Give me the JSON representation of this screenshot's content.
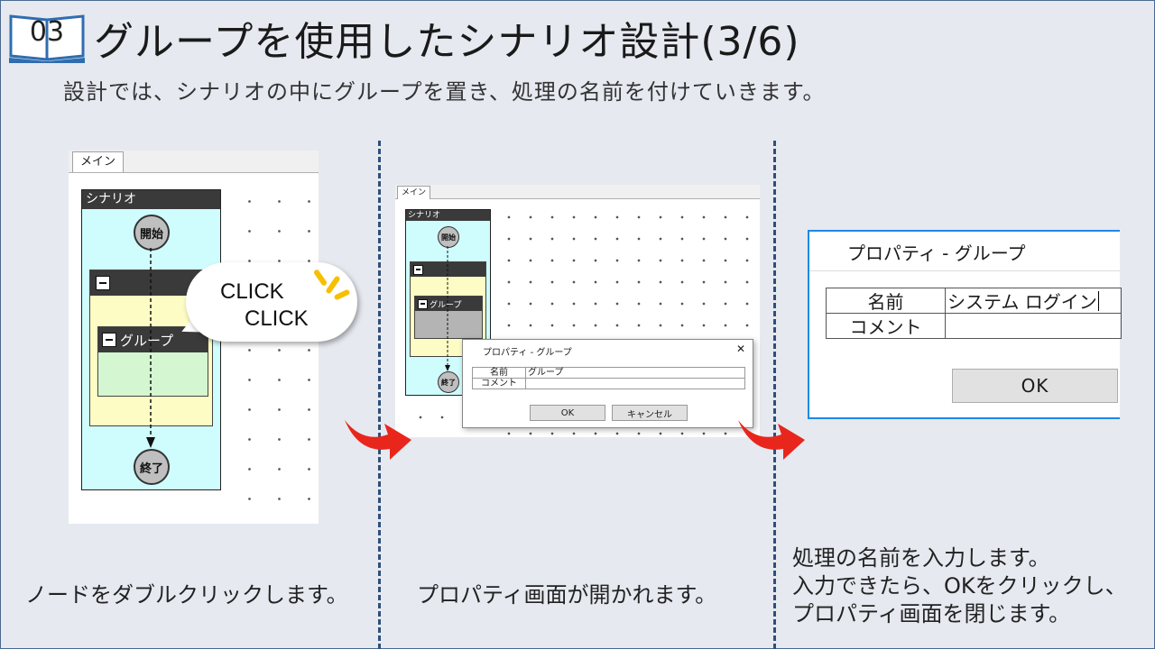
{
  "header": {
    "section_number": "03",
    "title": "グループを使用したシナリオ設計(3/6)",
    "subtitle": "設計では、シナリオの中にグループを置き、処理の名前を付けていきます。"
  },
  "step1": {
    "tab_label": "メイン",
    "scenario_label": "シナリオ",
    "start_label": "開始",
    "end_label": "終了",
    "group_label": "グループ",
    "bubble_line1": "CLICK",
    "bubble_line2": "CLICK",
    "caption": "ノードをダブルクリックします。"
  },
  "step2": {
    "tab_label": "メイン",
    "scenario_label": "シナリオ",
    "start_label": "開始",
    "end_label": "終了",
    "group_label": "グループ",
    "dialog_title": "プロパティ - グループ",
    "close_glyph": "✕",
    "name_label": "名前",
    "name_value": "グループ",
    "comment_label": "コメント",
    "ok_label": "OK",
    "cancel_label": "キャンセル",
    "caption": "プロパティ画面が開かれます。"
  },
  "step3": {
    "dialog_title": "プロパティ - グループ",
    "name_label": "名前",
    "name_value": "システム ログイン",
    "comment_label": "コメント",
    "ok_label": "OK",
    "caption_lines": [
      "処理の名前を入力します。",
      "入力できたら、OKをクリックし、",
      "プロパティ画面を閉じます。"
    ]
  },
  "colors": {
    "background": "#e6e9f0",
    "divider": "#2e4f7a",
    "scenario_fill": "#cffcfd",
    "group_fill": "#fdfcc4",
    "subgroup_fill": "#d4f6d0",
    "arrow_red": "#e8261c",
    "spark": "#f6c000",
    "dialog_border": "#1e88e5"
  },
  "icons": [
    "book-icon",
    "minus-box-icon",
    "close-icon",
    "red-curved-arrow-icon",
    "spark-icon"
  ]
}
